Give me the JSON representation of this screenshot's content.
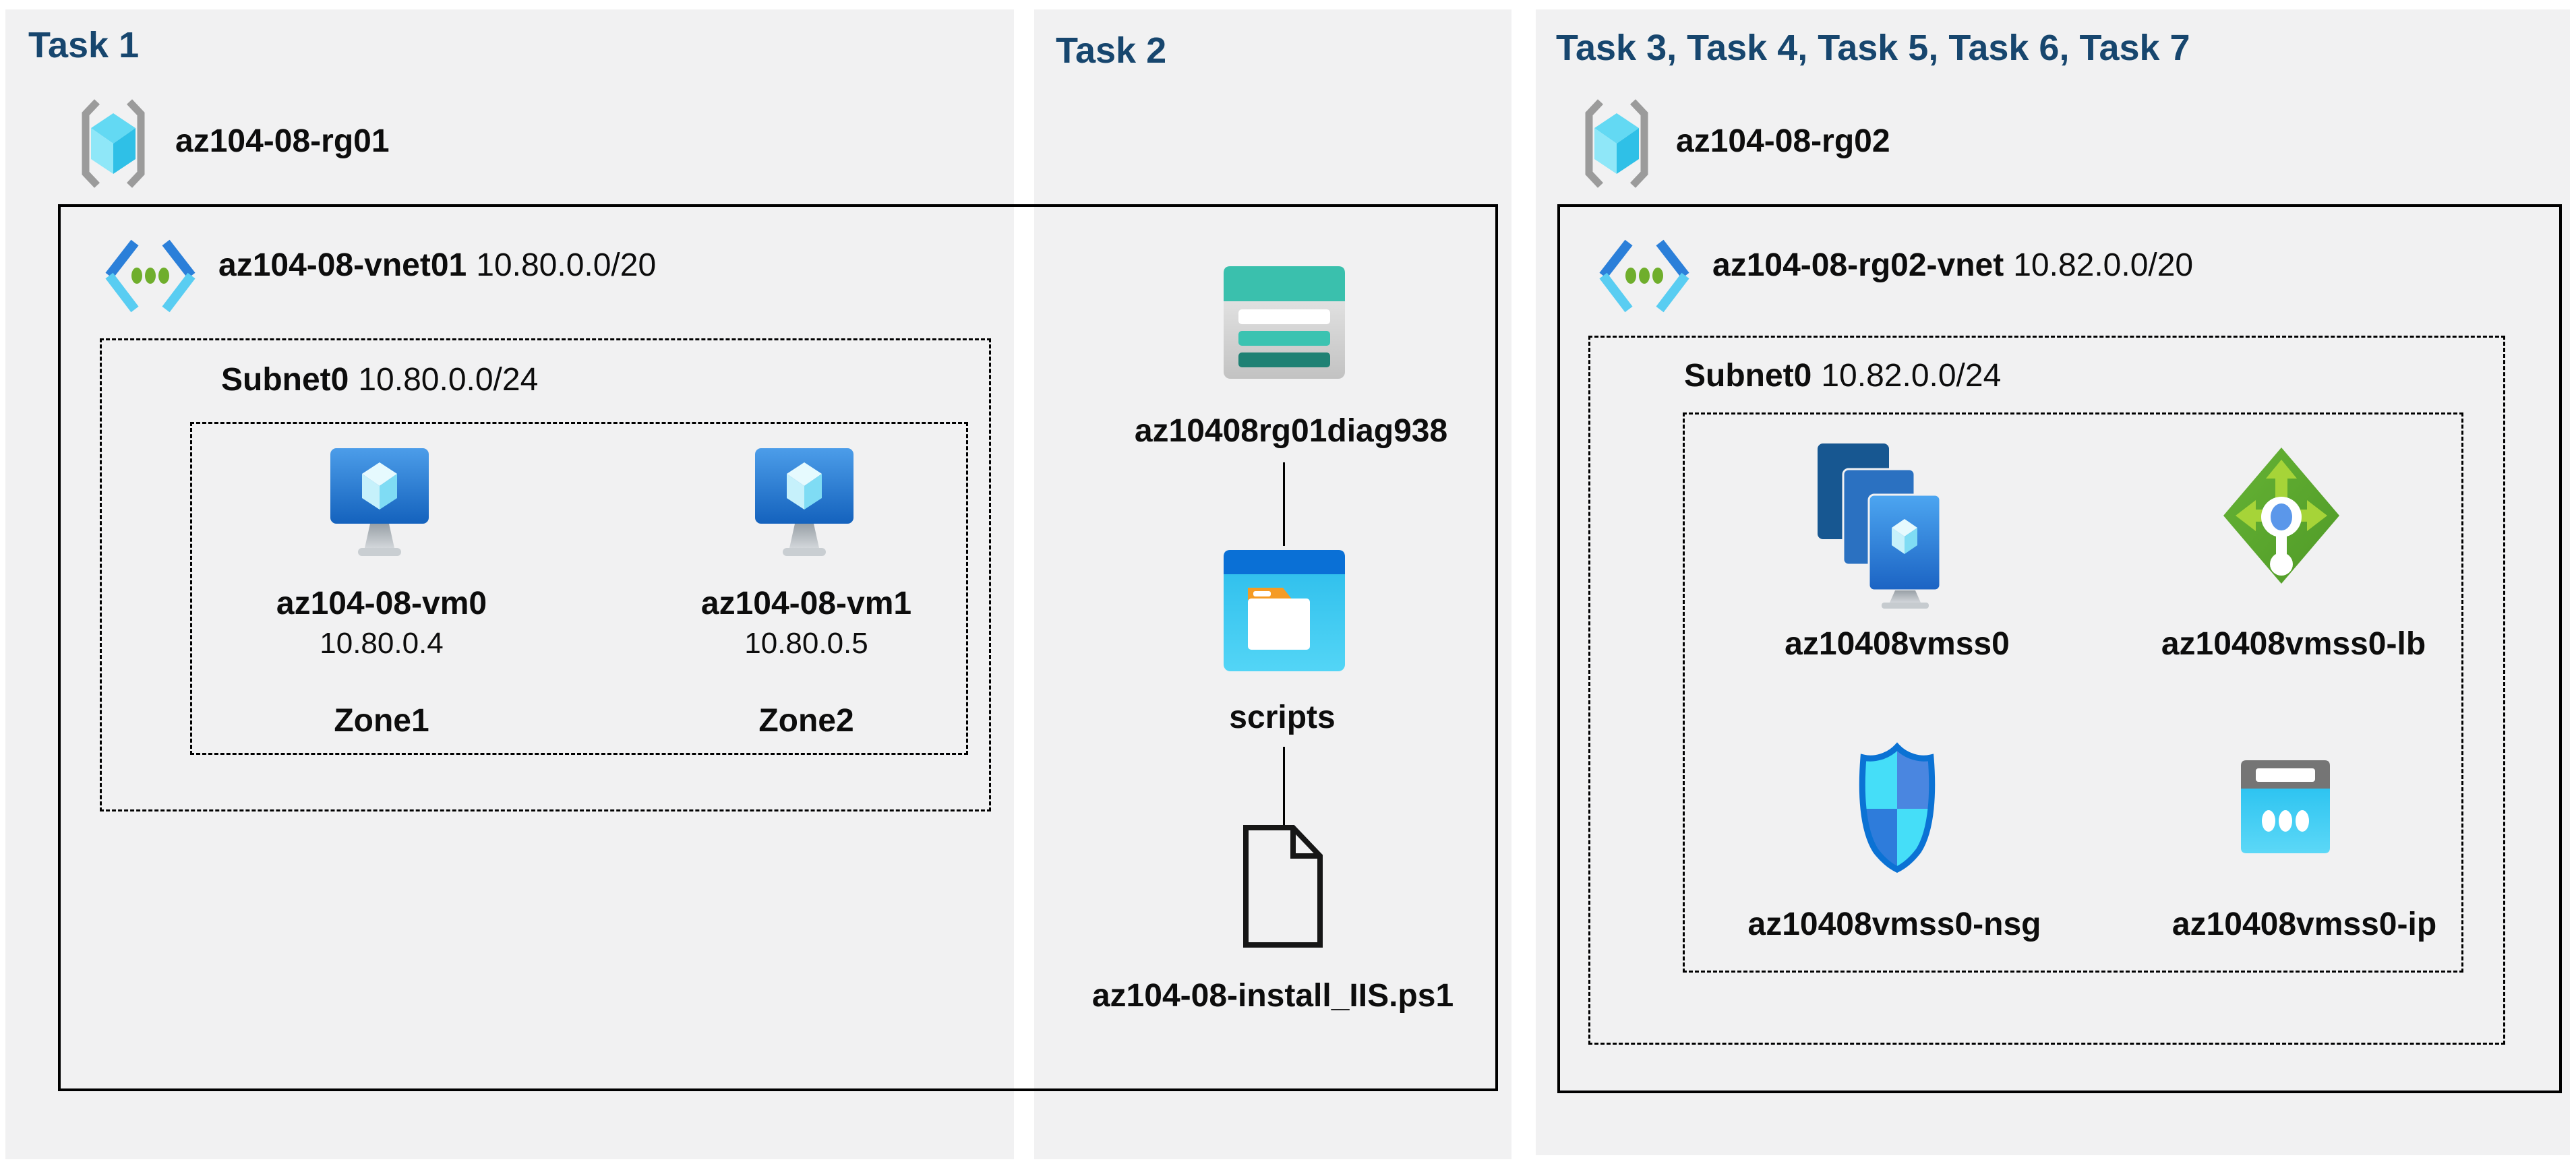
{
  "colors": {
    "page_bg": "#ffffff",
    "panel_bg": "#f1f1f2",
    "header_text": "#17466e",
    "label_text": "#0d0d0d",
    "box_border": "#000000",
    "storage_teal": "#3ac0ad",
    "storage_teal_dark": "#1f8174",
    "folder_header_blue": "#0a70d6",
    "folder_cyan": "#35c9f1",
    "folder_tab_orange": "#f59b24",
    "lb_green": "#5ca32e",
    "lb_arrow_green": "#a6d438",
    "nsg_blue": "#2e7cdb",
    "nsg_cyan": "#45def8",
    "ip_body_cyan": "#33c9f3",
    "ip_header_gray": "#757575",
    "vm_screen_blue": "#1c6ac8",
    "vnet_chevron_blue": "#2b7fd9",
    "vnet_chevron_cyan": "#59cdf2",
    "vnet_dot_green": "#6fae2c",
    "rg_cube_cyan": "#50d0ee",
    "rg_bracket_gray": "#9b9b9b"
  },
  "task1": {
    "header": "Task 1",
    "resource_group": "az104-08-rg01",
    "vnet_name": "az104-08-vnet01",
    "vnet_cidr": "10.80.0.0/20",
    "subnet_name": "Subnet0",
    "subnet_cidr": "10.80.0.0/24",
    "vms": [
      {
        "name": "az104-08-vm0",
        "ip": "10.80.0.4",
        "zone": "Zone1"
      },
      {
        "name": "az104-08-vm1",
        "ip": "10.80.0.5",
        "zone": "Zone2"
      }
    ]
  },
  "task2": {
    "header": "Task 2",
    "storage_account": "az10408rg01diag938",
    "container": "scripts",
    "script_file": "az104-08-install_IIS.ps1"
  },
  "task3": {
    "header": "Task 3, Task 4, Task 5, Task 6, Task 7",
    "resource_group": "az104-08-rg02",
    "vnet_name": "az104-08-rg02-vnet",
    "vnet_cidr": "10.82.0.0/20",
    "subnet_name": "Subnet0",
    "subnet_cidr": "10.82.0.0/24",
    "resources": [
      {
        "name": "az10408vmss0",
        "icon": "vm-scale-set-icon"
      },
      {
        "name": "az10408vmss0-lb",
        "icon": "load-balancer-icon"
      },
      {
        "name": "az10408vmss0-nsg",
        "icon": "network-security-group-icon"
      },
      {
        "name": "az10408vmss0-ip",
        "icon": "public-ip-icon"
      }
    ]
  }
}
